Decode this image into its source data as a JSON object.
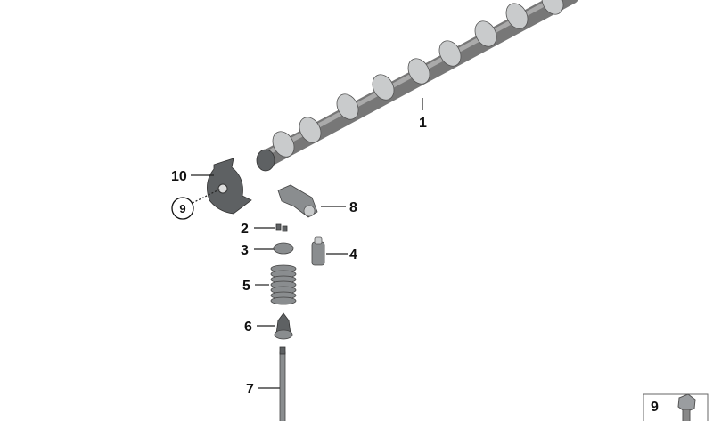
{
  "diagram": {
    "callouts": [
      {
        "id": "1",
        "part": "camshaft"
      },
      {
        "id": "2",
        "part": "valve-keeper"
      },
      {
        "id": "3",
        "part": "spring-retainer"
      },
      {
        "id": "4",
        "part": "hydraulic-lifter"
      },
      {
        "id": "5",
        "part": "valve-spring"
      },
      {
        "id": "6",
        "part": "valve-stem-seal"
      },
      {
        "id": "7",
        "part": "valve"
      },
      {
        "id": "8",
        "part": "roller-rocker-arm"
      },
      {
        "id": "9",
        "part": "bolt"
      },
      {
        "id": "10",
        "part": "sensor-wheel"
      }
    ],
    "legend_box": {
      "label": "9",
      "icon": "hex-bolt-icon"
    }
  }
}
